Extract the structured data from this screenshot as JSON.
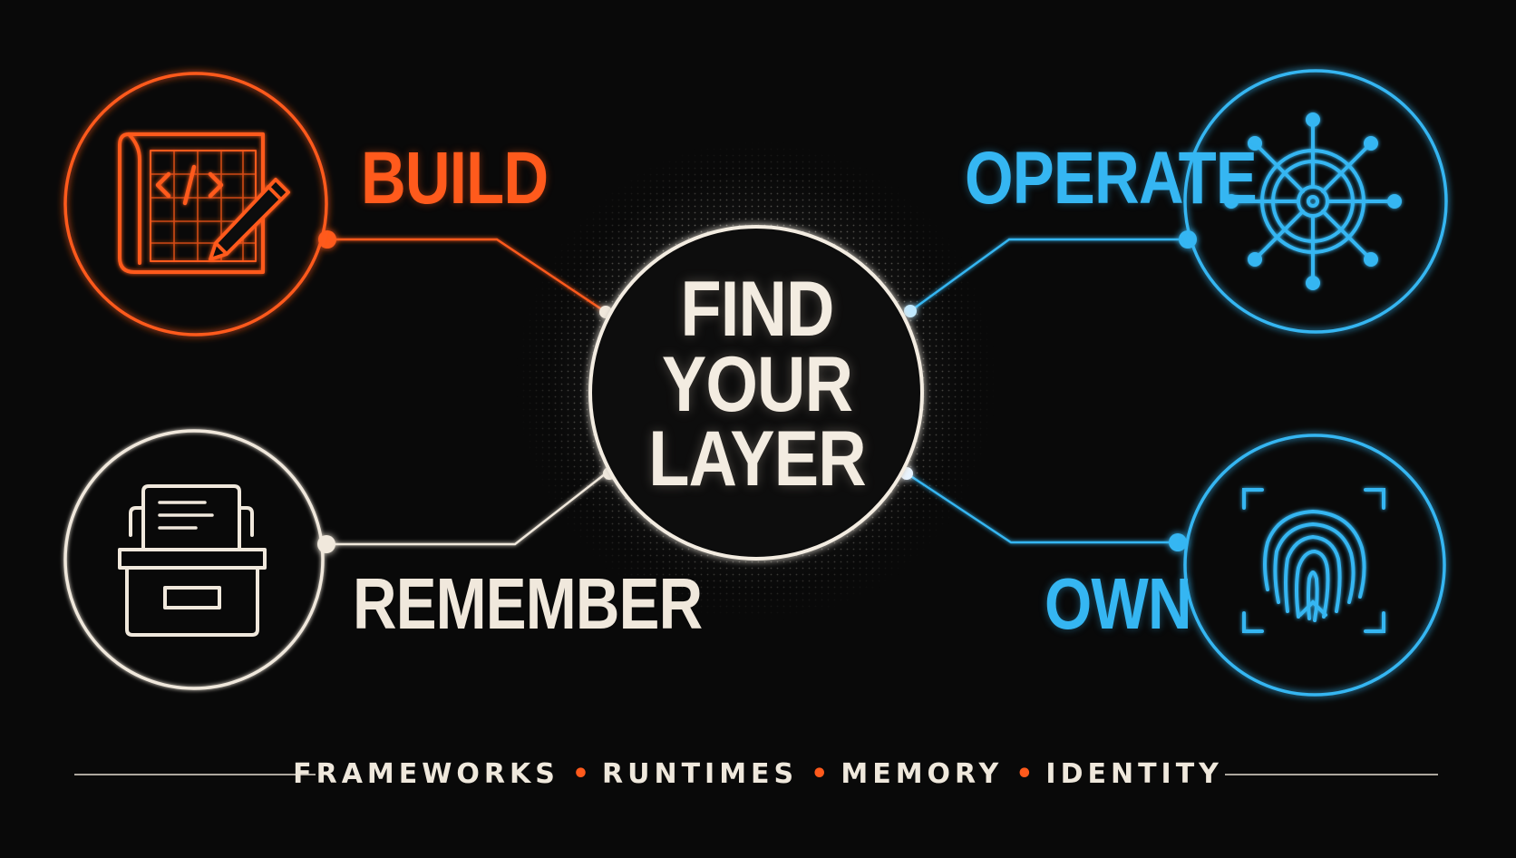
{
  "center": {
    "lines": [
      "FIND",
      "YOUR",
      "LAYER"
    ]
  },
  "nodes": {
    "build": {
      "label": "BUILD",
      "icon": "blueprint-code-pencil-icon"
    },
    "operate": {
      "label": "OPERATE",
      "icon": "ship-wheel-icon"
    },
    "remember": {
      "label": "REMEMBER",
      "icon": "file-box-icon"
    },
    "own": {
      "label": "OWN",
      "icon": "fingerprint-icon"
    }
  },
  "footer": {
    "items": [
      "FRAMEWORKS",
      "RUNTIMES",
      "MEMORY",
      "IDENTITY"
    ]
  },
  "colors": {
    "background": "#090909",
    "orange": "#ff5a1c",
    "blue": "#35b6f2",
    "cream": "#f0e8dc"
  }
}
